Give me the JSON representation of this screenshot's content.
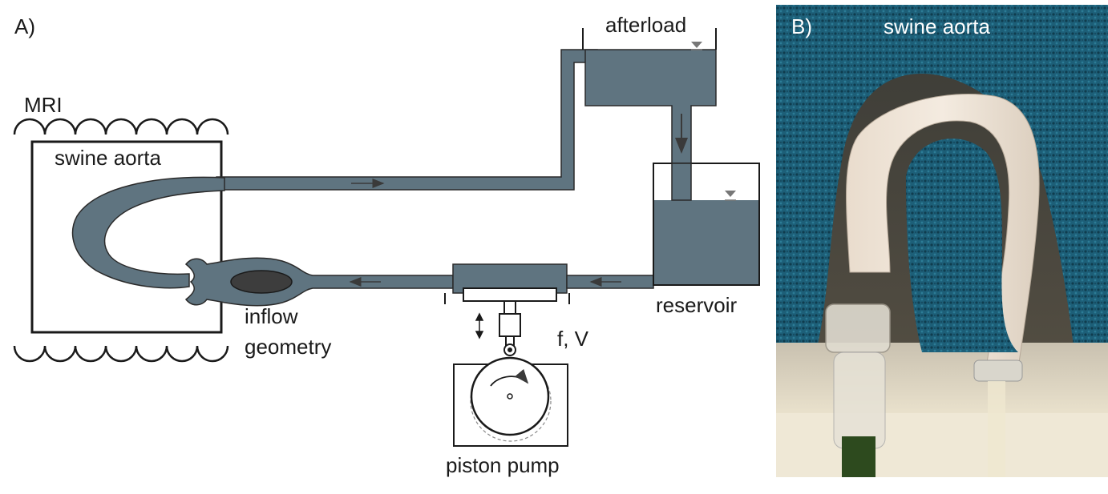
{
  "panel_a": {
    "panel_label": "A)",
    "mri_label": "MRI",
    "aorta_label": "swine aorta",
    "afterload_label": "afterload",
    "reservoir_label": "reservoir",
    "inflow_label_line1": "inflow",
    "inflow_label_line2": "geometry",
    "pump_param_label": "f, V",
    "pump_label": "piston pump"
  },
  "panel_b": {
    "panel_label": "B)",
    "title": "swine aorta"
  },
  "colors": {
    "fluid": "#5f7480",
    "fluid_dark": "#3d3d3d",
    "line": "#1a1a1a",
    "foam": "#1c5d74",
    "tissue": "#e8dcd0"
  }
}
